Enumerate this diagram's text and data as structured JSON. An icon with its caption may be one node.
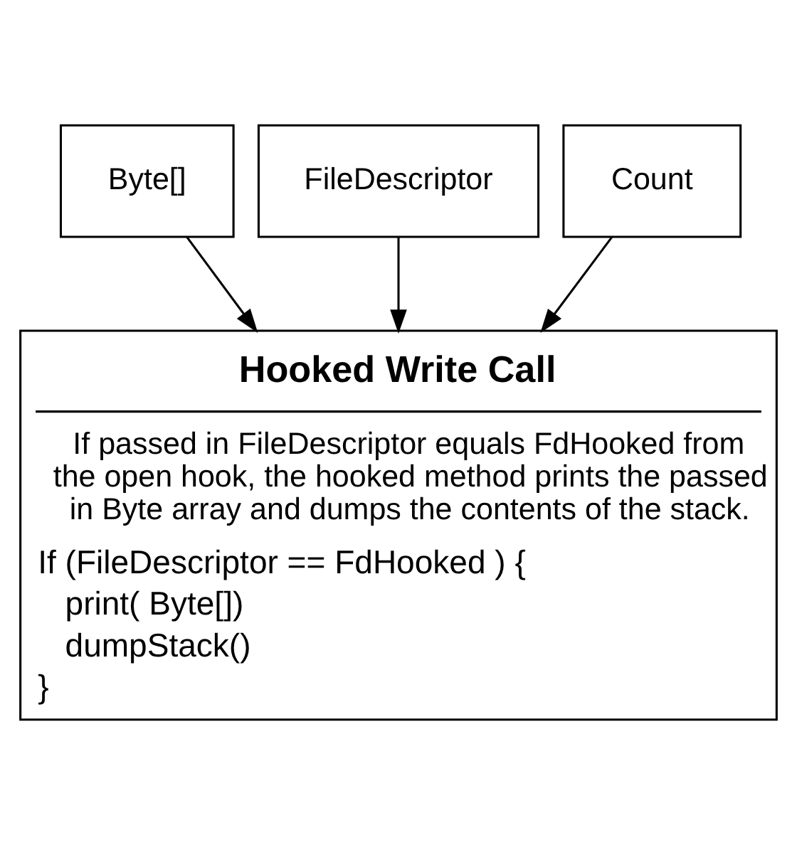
{
  "diagram": {
    "nodes": [
      {
        "text": [
          "Byte[]"
        ]
      },
      {
        "text": [
          "FileDescriptor"
        ]
      },
      {
        "text": [
          "Count"
        ]
      },
      {
        "text": [
          "Hooked Write Call",
          "If passed in FileDescriptor equals FdHooked from the open hook, the hooked method prints the passed in Byte array and dumps the contents of the stack.",
          "If (FileDescriptor == FdHooked ) {",
          "print( Byte[])",
          "dumpStack()",
          "}"
        ]
      }
    ],
    "edges": [
      {
        "from": 0,
        "to": 3,
        "arrow": "to"
      },
      {
        "from": 1,
        "to": 3,
        "arrow": "to"
      },
      {
        "from": 2,
        "to": 3,
        "arrow": "to"
      }
    ]
  }
}
